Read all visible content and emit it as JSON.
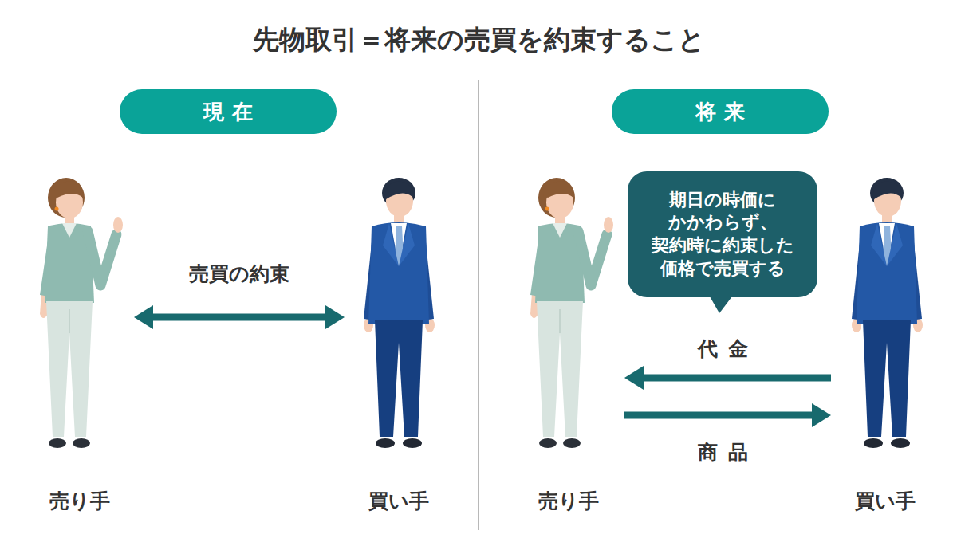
{
  "diagram": {
    "title": "先物取引＝将来の売買を約束すること",
    "nodes": [
      {
        "text": [
          "現在"
        ]
      },
      {
        "text": [
          "売り手"
        ]
      },
      {
        "text": [
          "買い手"
        ]
      },
      {
        "text": [
          "将来"
        ]
      },
      {
        "text": [
          "売り手"
        ]
      },
      {
        "text": [
          "買い手"
        ]
      },
      {
        "text": [
          "期日の時価にかかわらず、契約時に約束した価格で売買する"
        ]
      }
    ],
    "edges": [
      {
        "from": 1,
        "to": 2,
        "label": "売買の約束",
        "arrow": "both"
      },
      {
        "from": 5,
        "to": 4,
        "label": "代金",
        "arrow": "to"
      },
      {
        "from": 4,
        "to": 5,
        "label": "商品",
        "arrow": "to"
      }
    ]
  }
}
